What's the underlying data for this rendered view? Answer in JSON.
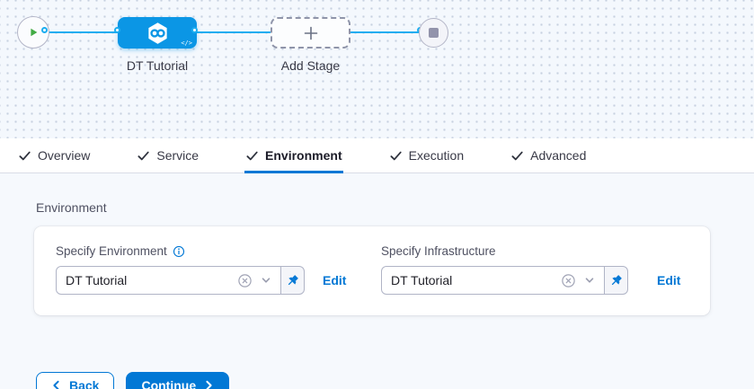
{
  "canvas": {
    "stage": {
      "label": "DT Tutorial",
      "code_badge": "</>"
    },
    "add_stage": {
      "label": "Add Stage"
    }
  },
  "tabs": [
    {
      "label": "Overview",
      "checked": true,
      "active": false
    },
    {
      "label": "Service",
      "checked": true,
      "active": false
    },
    {
      "label": "Environment",
      "checked": true,
      "active": true
    },
    {
      "label": "Execution",
      "checked": true,
      "active": false
    },
    {
      "label": "Advanced",
      "checked": true,
      "active": false
    }
  ],
  "panel": {
    "section_title": "Environment",
    "fields": [
      {
        "label": "Specify Environment",
        "has_info": true,
        "value": "DT Tutorial",
        "edit_label": "Edit"
      },
      {
        "label": "Specify Infrastructure",
        "has_info": false,
        "value": "DT Tutorial",
        "edit_label": "Edit"
      }
    ]
  },
  "footer": {
    "back_label": "Back",
    "continue_label": "Continue"
  },
  "icons": {
    "start_node": "play-icon",
    "end_node": "stop-square-icon",
    "stage_type": "cd-hexagon-infinity-icon",
    "add_stage": "plus-icon",
    "tab_check": "check-icon",
    "label_info": "info-icon",
    "select_clear": "clear-circle-x-icon",
    "select_open": "chevron-down-icon",
    "pin": "pushpin-icon"
  },
  "colors": {
    "primary": "#0278d5",
    "node_blue": "#0b96e5",
    "connector": "#1badf0",
    "play_green": "#42ab45",
    "stop_gray": "#9293ab"
  }
}
